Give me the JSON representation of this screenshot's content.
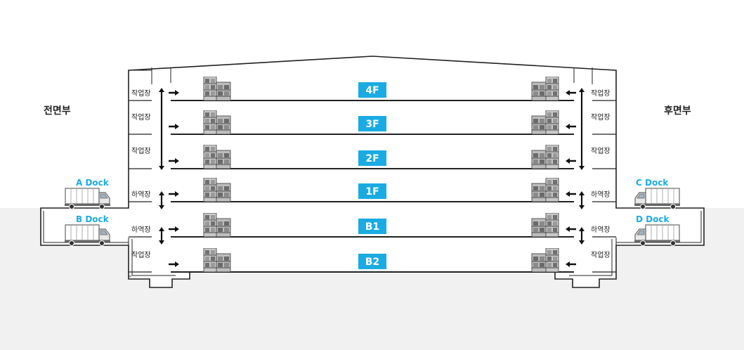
{
  "sides": {
    "front": "전면부",
    "rear": "후면부"
  },
  "colors": {
    "accent": "#1aabe3",
    "ground": "#f1f1f1",
    "line": "#222222"
  },
  "floors": [
    "4F",
    "3F",
    "2F",
    "1F",
    "B1",
    "B2"
  ],
  "rooms": {
    "left": [
      "작업장",
      "작업장",
      "작업장",
      "하역장",
      "하역장",
      "작업장"
    ],
    "right": [
      "작업장",
      "작업장",
      "작업장",
      "하역장",
      "하역장",
      "작업장"
    ]
  },
  "docks": {
    "a": "A Dock",
    "b": "B Dock",
    "c": "C Dock",
    "d": "D Dock"
  },
  "icons": {
    "rack": "storage-rack-icon",
    "truck": "truck-icon",
    "arrow": "arrow-icon",
    "lift": "vertical-lift-arrow-icon"
  }
}
